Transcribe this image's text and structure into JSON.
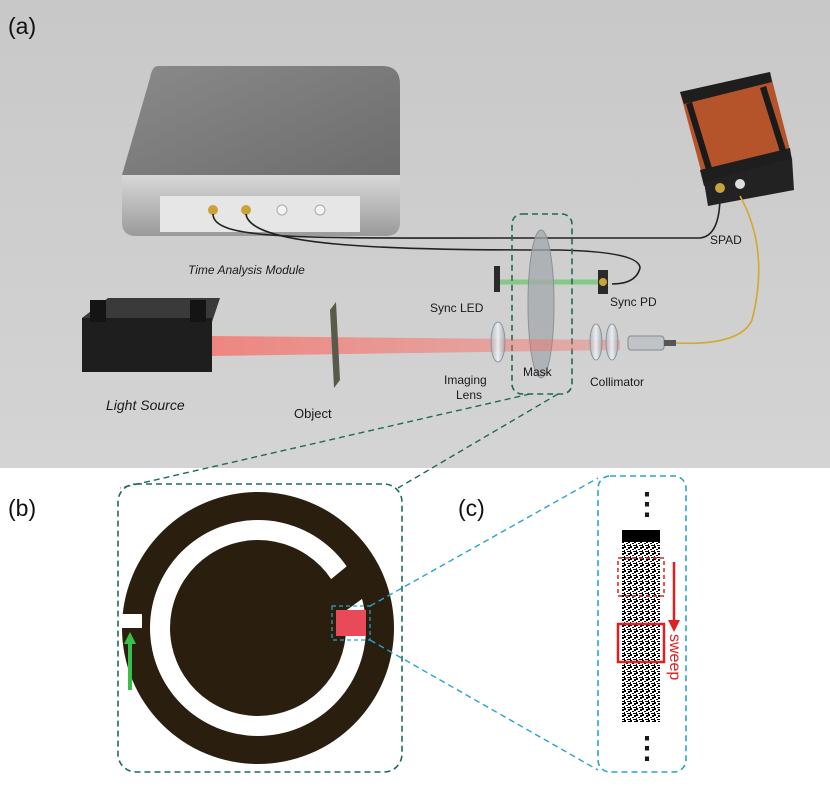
{
  "panels": {
    "a": "(a)",
    "b": "(b)",
    "c": "(c)"
  },
  "labels": {
    "time_analysis_module": "Time Analysis Module",
    "spad": "SPAD",
    "sync_led": "Sync LED",
    "sync_pd": "Sync PD",
    "light_source": "Light Source",
    "object": "Object",
    "imaging_lens_line1": "Imaging",
    "imaging_lens_line2": "Lens",
    "mask": "Mask",
    "collimator": "Collimator",
    "sweep": "sweep",
    "ellipsis_top": "⋮",
    "ellipsis_bottom": "⋮"
  },
  "colors": {
    "scene_background": "#c9c9c9",
    "mask_disc": "#2a1f0e",
    "laser_beam": "#e8453c",
    "sync_beam": "#4cc24c",
    "fiber": "#d4a82a",
    "spad_body": "#b5542a",
    "zoom_dash_green": "#1f6b55",
    "zoom_dash_blue": "#2aa3cc",
    "sweep_red": "#e02020",
    "patch_pink": "#e84a5a"
  }
}
